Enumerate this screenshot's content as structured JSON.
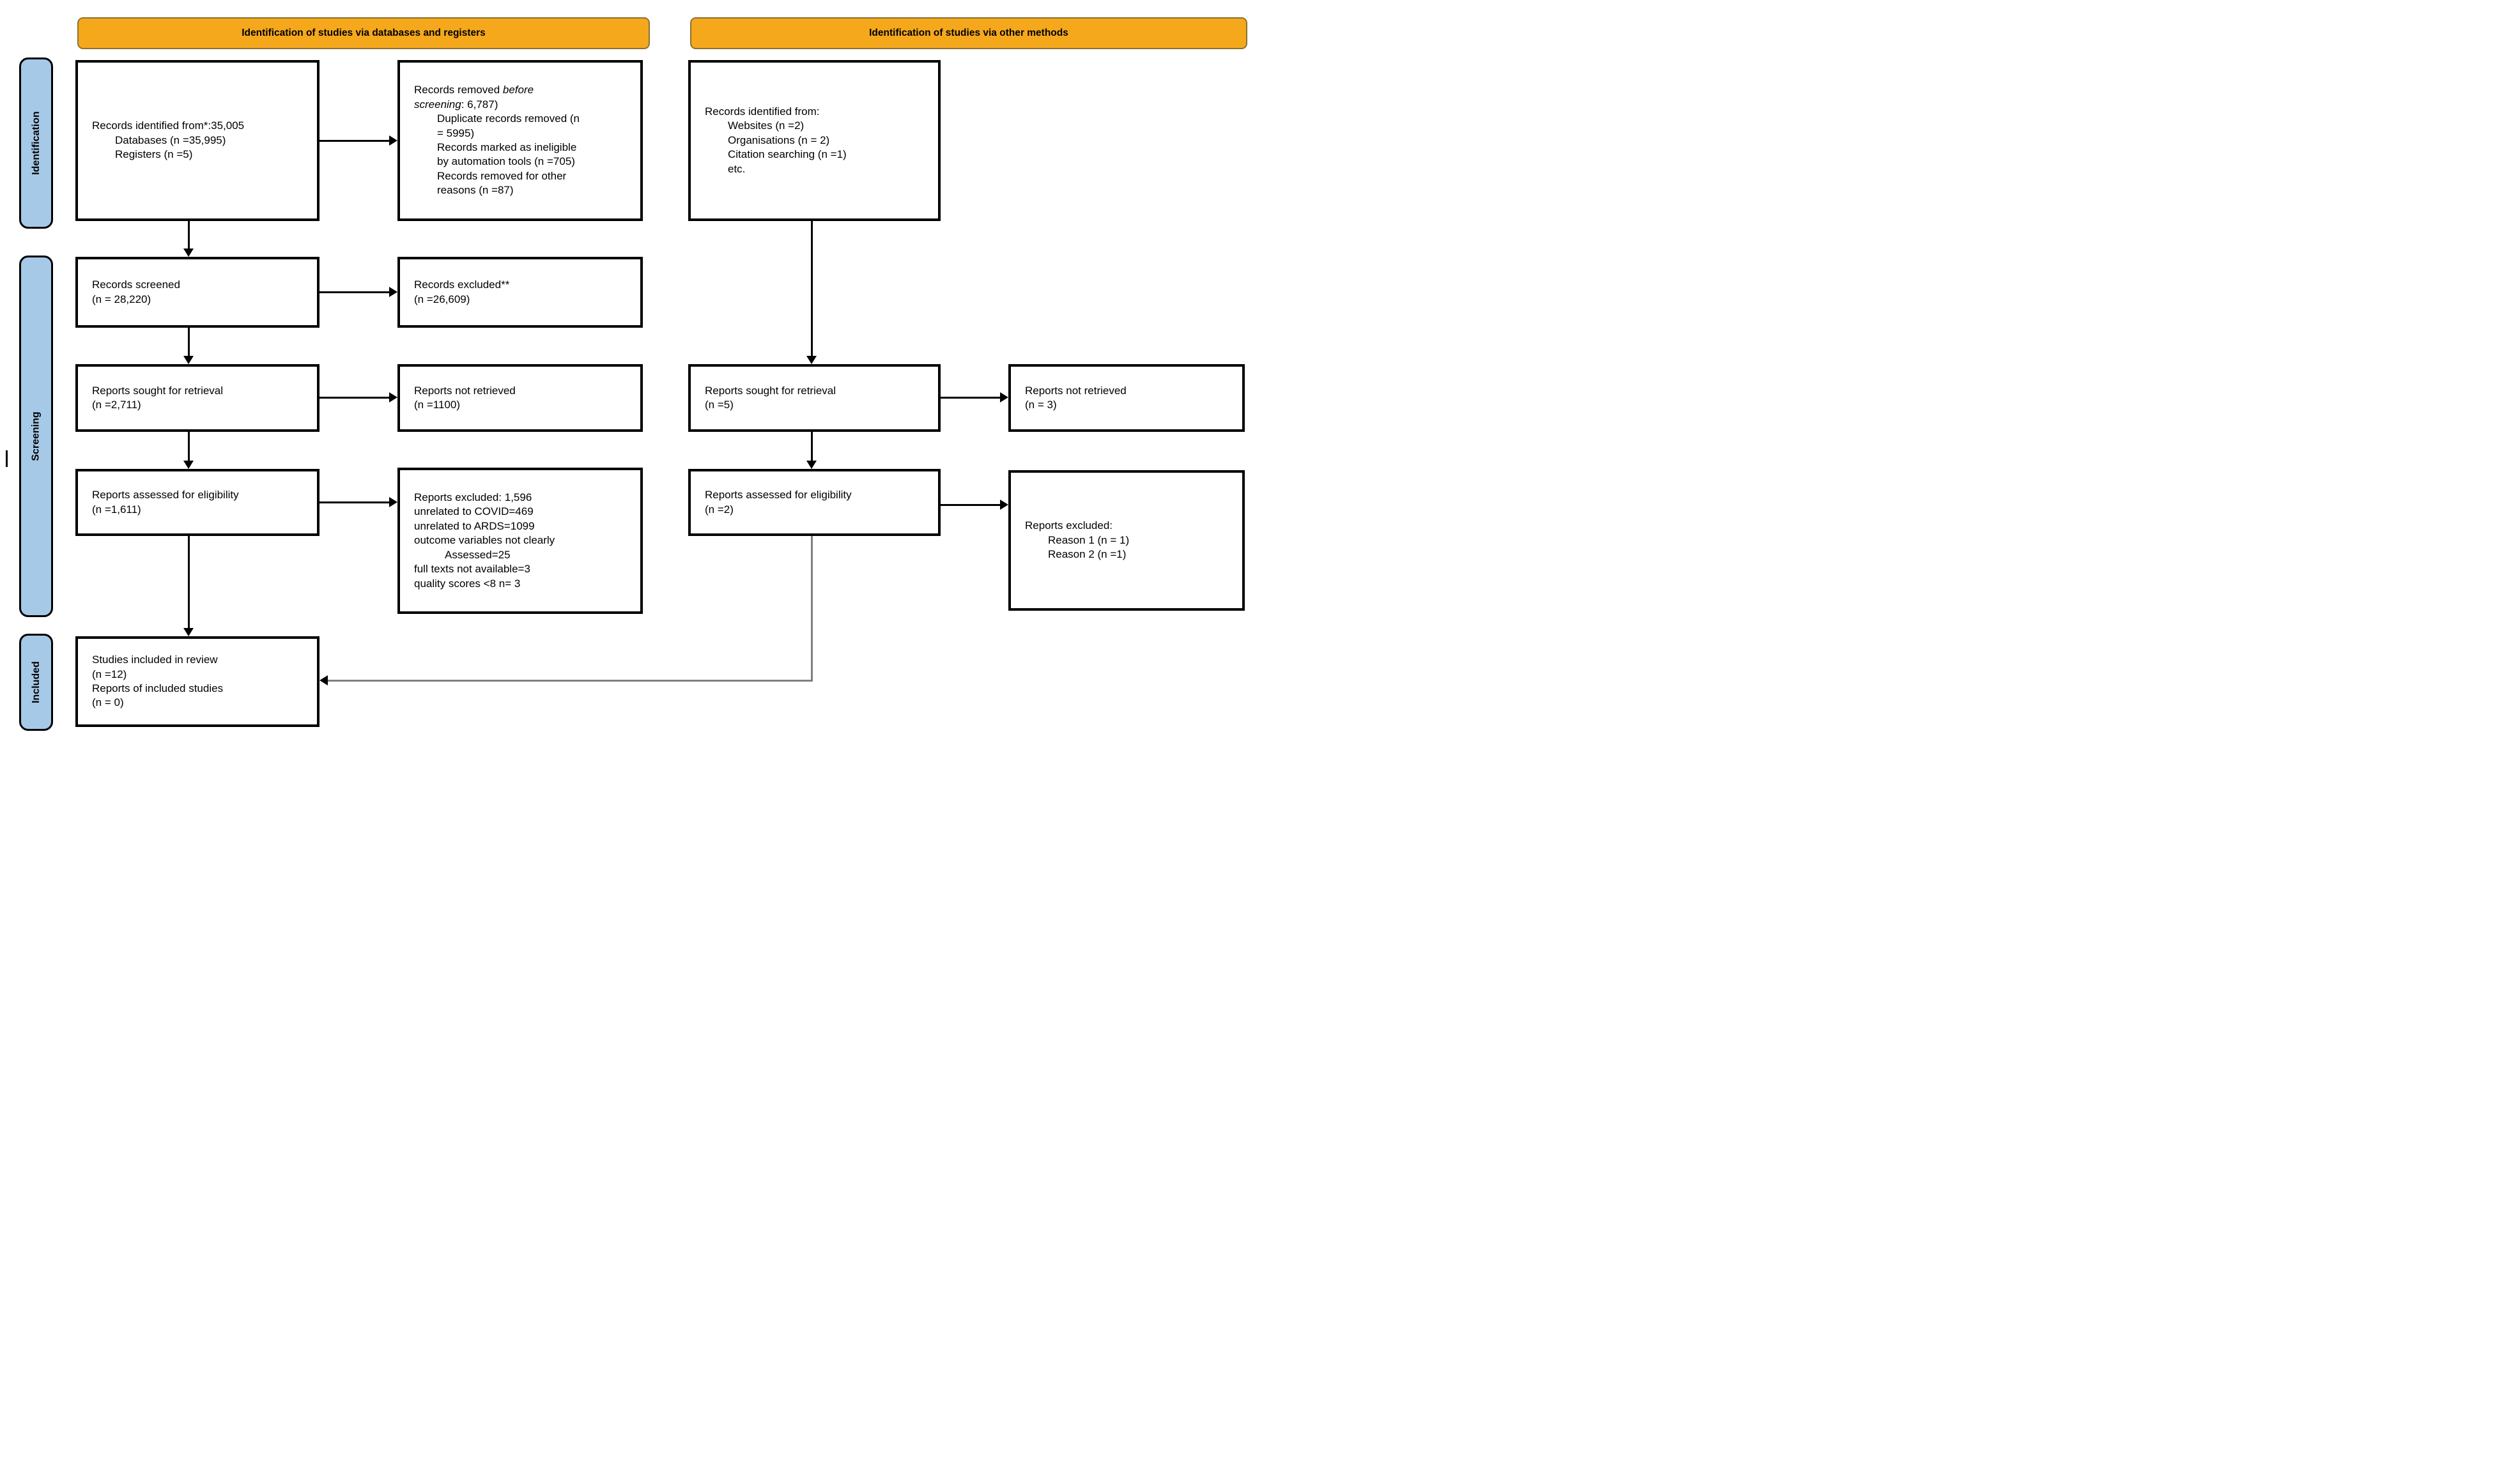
{
  "headers": {
    "databases": "Identification of studies via databases and registers",
    "other": "Identification of studies via other methods"
  },
  "sidebar": {
    "identification": "Identification",
    "screening": "Screening",
    "included": "Included"
  },
  "colors": {
    "banner_fill": "#F5A81C",
    "banner_border": "#8A7230",
    "stage_fill": "#A6C9E8",
    "connector_gray": "#808080"
  },
  "boxes": {
    "records_identified_db": {
      "lines": [
        "Records identified from*:35,005",
        {
          "parts": [
            {
              "t": "Databases (n =35,995)"
            }
          ],
          "ind": 1
        },
        {
          "parts": [
            {
              "t": "Registers (n =5)"
            }
          ],
          "ind": 1
        }
      ]
    },
    "records_removed": {
      "lines": [
        {
          "parts": [
            {
              "t": "Records removed "
            },
            {
              "t": "before",
              "i": true
            }
          ],
          "ind": 0
        },
        {
          "parts": [
            {
              "t": "screening",
              "i": true
            },
            {
              "t": ": 6,787)"
            }
          ],
          "ind": 0
        },
        {
          "parts": [
            {
              "t": "Duplicate records removed (n"
            }
          ],
          "ind": 1
        },
        {
          "parts": [
            {
              "t": "= 5995)"
            }
          ],
          "ind": 1
        },
        {
          "parts": [
            {
              "t": "Records marked as ineligible"
            }
          ],
          "ind": 1
        },
        {
          "parts": [
            {
              "t": "by automation tools (n =705)"
            }
          ],
          "ind": 1
        },
        {
          "parts": [
            {
              "t": "Records removed for other"
            }
          ],
          "ind": 1
        },
        {
          "parts": [
            {
              "t": "reasons (n =87)"
            }
          ],
          "ind": 1
        }
      ]
    },
    "records_identified_other": {
      "lines": [
        "Records identified from:",
        {
          "parts": [
            {
              "t": "Websites (n =2)"
            }
          ],
          "ind": 1
        },
        {
          "parts": [
            {
              "t": "Organisations (n = 2)"
            }
          ],
          "ind": 1
        },
        {
          "parts": [
            {
              "t": "Citation searching (n =1)"
            }
          ],
          "ind": 1
        },
        {
          "parts": [
            {
              "t": "etc."
            }
          ],
          "ind": 1
        }
      ]
    },
    "records_screened": {
      "lines": [
        "Records screened",
        "(n = 28,220)"
      ]
    },
    "records_excluded": {
      "lines": [
        "Records excluded**",
        "(n =26,609)"
      ]
    },
    "reports_sought_db": {
      "lines": [
        "Reports sought for retrieval",
        "(n =2,711)"
      ]
    },
    "reports_not_retrieved_db": {
      "lines": [
        "Reports not retrieved",
        "(n =1100)"
      ]
    },
    "reports_sought_other": {
      "lines": [
        "Reports sought for retrieval",
        "(n =5)"
      ]
    },
    "reports_not_retrieved_other": {
      "lines": [
        "Reports not retrieved",
        "(n = 3)"
      ]
    },
    "reports_assessed_db": {
      "lines": [
        "Reports assessed for eligibility",
        "(n =1,611)"
      ]
    },
    "reports_excluded_db": {
      "lines": [
        "Reports excluded: 1,596",
        "unrelated to COVID=469",
        "unrelated to ARDS=1099",
        "outcome variables not clearly",
        {
          "parts": [
            {
              "t": "Assessed=25"
            }
          ],
          "ind": 2
        },
        "full texts not available=3",
        "quality scores <8 n= 3"
      ]
    },
    "reports_assessed_other": {
      "lines": [
        "Reports assessed for eligibility",
        "(n =2)"
      ]
    },
    "reports_excluded_other": {
      "lines": [
        "Reports excluded:",
        {
          "parts": [
            {
              "t": "Reason 1 (n = 1)"
            }
          ],
          "ind": 1
        },
        {
          "parts": [
            {
              "t": "Reason 2 (n =1)"
            }
          ],
          "ind": 1
        }
      ]
    },
    "studies_included": {
      "lines": [
        "Studies included in review",
        "(n =12)",
        "Reports of included studies",
        "(n = 0)"
      ]
    }
  }
}
